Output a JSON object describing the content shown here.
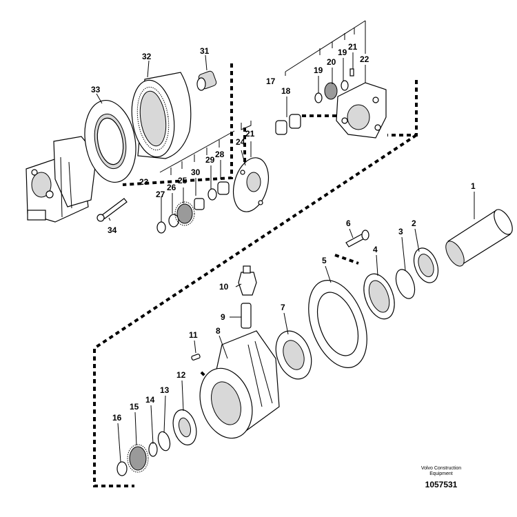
{
  "labels": {
    "p1": "1",
    "p2": "2",
    "p3": "3",
    "p4": "4",
    "p5": "5",
    "p6": "6",
    "p7": "7",
    "p8": "8",
    "p9": "9",
    "p10": "10",
    "p11": "11",
    "p12": "12",
    "p13": "13",
    "p14": "14",
    "p15": "15",
    "p16": "16",
    "p17": "17",
    "p18": "18",
    "p19a": "19",
    "p19b": "19",
    "p20": "20",
    "p21a": "21",
    "p21b": "21",
    "p22": "22",
    "p23": "23",
    "p24": "24",
    "p25": "25",
    "p26": "26",
    "p27": "27",
    "p28": "28",
    "p29": "29",
    "p30": "30",
    "p31": "31",
    "p32": "32",
    "p33": "33",
    "p34": "34"
  },
  "footer": {
    "brand_line1": "Volvo Construction",
    "brand_line2": "Equipment",
    "doc_number": "1057531"
  }
}
